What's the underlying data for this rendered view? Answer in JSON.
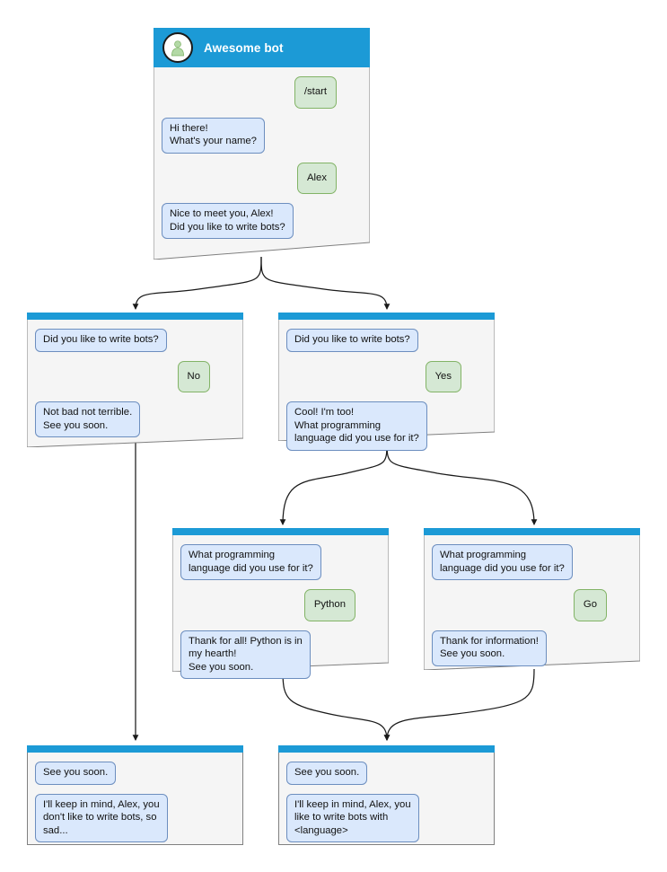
{
  "diagram": {
    "title": "Awesome bot conversation flow",
    "colors": {
      "header_blue": "#1c9ad6",
      "card_background": "#f5f5f5",
      "card_border": "#808080",
      "bot_bubble_fill": "#dae8fc",
      "bot_bubble_border": "#6c8ebf",
      "user_bubble_fill": "#d5e8d4",
      "user_bubble_border": "#82b366",
      "edge_stroke": "#1a1a1a",
      "avatar_person": "#b3d9a6"
    }
  },
  "cards": [
    {
      "id": "start",
      "name": "card-start",
      "header": {
        "bot_name": "Awesome bot",
        "avatar_icon": "person-avatar-icon",
        "show_avatar": true
      },
      "messages": [
        {
          "side": "right",
          "sender": "user",
          "text": "/start"
        },
        {
          "side": "left",
          "sender": "bot",
          "text": "Hi there!\nWhat's your name?"
        },
        {
          "side": "right",
          "sender": "user",
          "text": "Alex"
        },
        {
          "side": "left",
          "sender": "bot",
          "text": "Nice to meet you, Alex!\nDid you like to write bots?"
        }
      ]
    },
    {
      "id": "answer-no",
      "name": "card-answer-no",
      "header": {
        "bot_name": "",
        "show_avatar": false
      },
      "messages": [
        {
          "side": "left",
          "sender": "bot",
          "text": "Did you like to write bots?"
        },
        {
          "side": "right",
          "sender": "user",
          "text": "No"
        },
        {
          "side": "left",
          "sender": "bot",
          "text": "Not bad not terrible.\nSee you soon."
        }
      ]
    },
    {
      "id": "answer-yes",
      "name": "card-answer-yes",
      "header": {
        "bot_name": "",
        "show_avatar": false
      },
      "messages": [
        {
          "side": "left",
          "sender": "bot",
          "text": "Did you like to write bots?"
        },
        {
          "side": "right",
          "sender": "user",
          "text": "Yes"
        },
        {
          "side": "left",
          "sender": "bot",
          "text": "Cool! I'm too!\nWhat programming\nlanguage did you use for it?"
        }
      ]
    },
    {
      "id": "lang-python",
      "name": "card-language-python",
      "header": {
        "bot_name": "",
        "show_avatar": false
      },
      "messages": [
        {
          "side": "left",
          "sender": "bot",
          "text": "What programming\nlanguage did you use for it?"
        },
        {
          "side": "right",
          "sender": "user",
          "text": "Python"
        },
        {
          "side": "left",
          "sender": "bot",
          "text": "Thank for all! Python is in\nmy hearth!\nSee you soon."
        }
      ]
    },
    {
      "id": "lang-go",
      "name": "card-language-go",
      "header": {
        "bot_name": "",
        "show_avatar": false
      },
      "messages": [
        {
          "side": "left",
          "sender": "bot",
          "text": "What programming\nlanguage did you use for it?"
        },
        {
          "side": "right",
          "sender": "user",
          "text": "Go"
        },
        {
          "side": "left",
          "sender": "bot",
          "text": "Thank for information!\nSee you soon."
        }
      ]
    },
    {
      "id": "end-sad",
      "name": "card-end-sad",
      "header": {
        "bot_name": "",
        "show_avatar": false
      },
      "messages": [
        {
          "side": "left",
          "sender": "bot",
          "text": "See you soon."
        },
        {
          "side": "left",
          "sender": "bot",
          "text": "I'll keep in mind, Alex, you\ndon't like to write bots, so\nsad..."
        }
      ]
    },
    {
      "id": "end-happy",
      "name": "card-end-happy",
      "header": {
        "bot_name": "",
        "show_avatar": false
      },
      "messages": [
        {
          "side": "left",
          "sender": "bot",
          "text": "See you soon."
        },
        {
          "side": "left",
          "sender": "bot",
          "text": "I'll keep in mind, Alex, you\nlike to write bots with\n<language>"
        }
      ]
    }
  ]
}
